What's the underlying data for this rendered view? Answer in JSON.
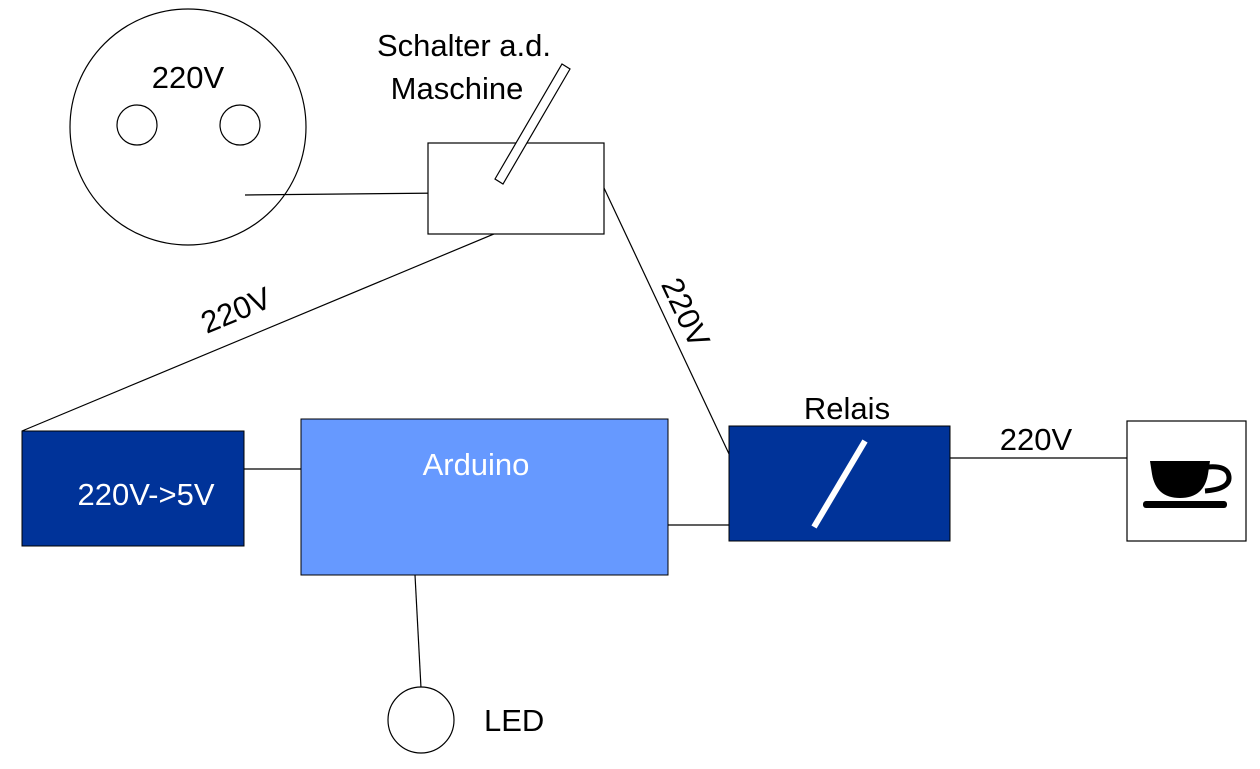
{
  "socket": {
    "voltage_label": "220V"
  },
  "switch": {
    "label_line1": "Schalter a.d.",
    "label_line2": "Maschine"
  },
  "wires": {
    "to_converter_label": "220V",
    "to_relay_label": "220V",
    "relay_to_machine_label": "220V"
  },
  "converter": {
    "label": "220V->5V"
  },
  "arduino": {
    "label": "Arduino"
  },
  "relay": {
    "label": "Relais"
  },
  "led": {
    "label": "LED"
  },
  "machine": {
    "icon": "coffee-cup-icon"
  },
  "colors": {
    "dark_blue": "#003399",
    "light_blue": "#6699ff",
    "line": "#000000",
    "white": "#ffffff"
  }
}
